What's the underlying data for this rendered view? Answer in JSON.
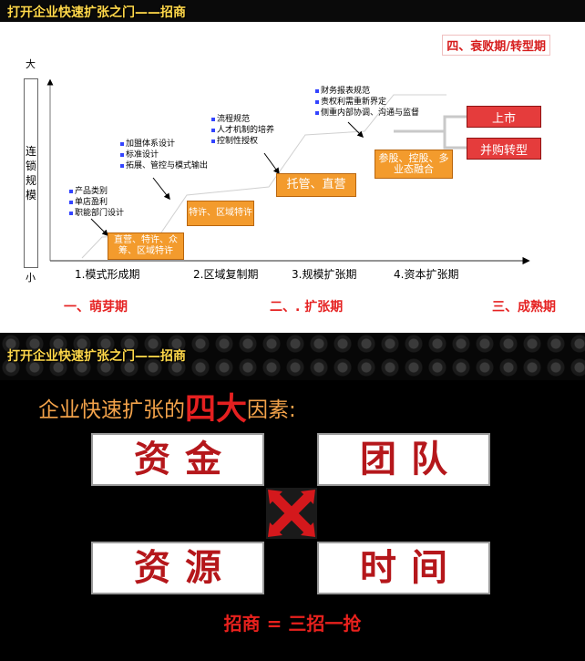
{
  "slide1": {
    "title": "打开企业快速扩张之门——招商",
    "phase4_label": "四、衰败期/转型期",
    "axis": {
      "top": "大",
      "bottom": "小",
      "vertical_label": [
        "连",
        "锁",
        "规",
        "模"
      ]
    },
    "bullets": {
      "stage1": [
        "产品类别",
        "单店盈利",
        "职能部门设计"
      ],
      "stage2": [
        "加盟体系设计",
        "标准设计",
        "拓展、管控与模式输出"
      ],
      "stage3": [
        "流程规范",
        "人才机制的培养",
        "控制性授权"
      ],
      "stage4": [
        "财务报表规范",
        "责权利需重新界定",
        "侧重内部协调、沟通与监督"
      ]
    },
    "boxes": {
      "box1": "直营、特许、众筹、区域特许",
      "box2": "特许、区域特许",
      "box3": "托管、直营",
      "box4": "参股、控股、多业态融合",
      "box5": "上市",
      "box6": "并购转型"
    },
    "stages": [
      "1.模式形成期",
      "2.区域复制期",
      "3.规模扩张期",
      "4.资本扩张期"
    ],
    "phases": [
      "一、萌芽期",
      "二、. 扩张期",
      "三、成熟期"
    ],
    "colors": {
      "accent_red": "#e52222",
      "orange": "#f39b2d"
    }
  },
  "slide2": {
    "title": "打开企业快速扩张之门——招商",
    "headline_pre": "企业快速扩张的",
    "headline_big": "四大",
    "headline_post": "因素:",
    "factors": [
      "资金",
      "团队",
      "资源",
      "时间"
    ],
    "formula": "招商 = 三招一抢",
    "colors": {
      "factor_text": "#b5171b",
      "x_mark": "#d4181c"
    }
  }
}
